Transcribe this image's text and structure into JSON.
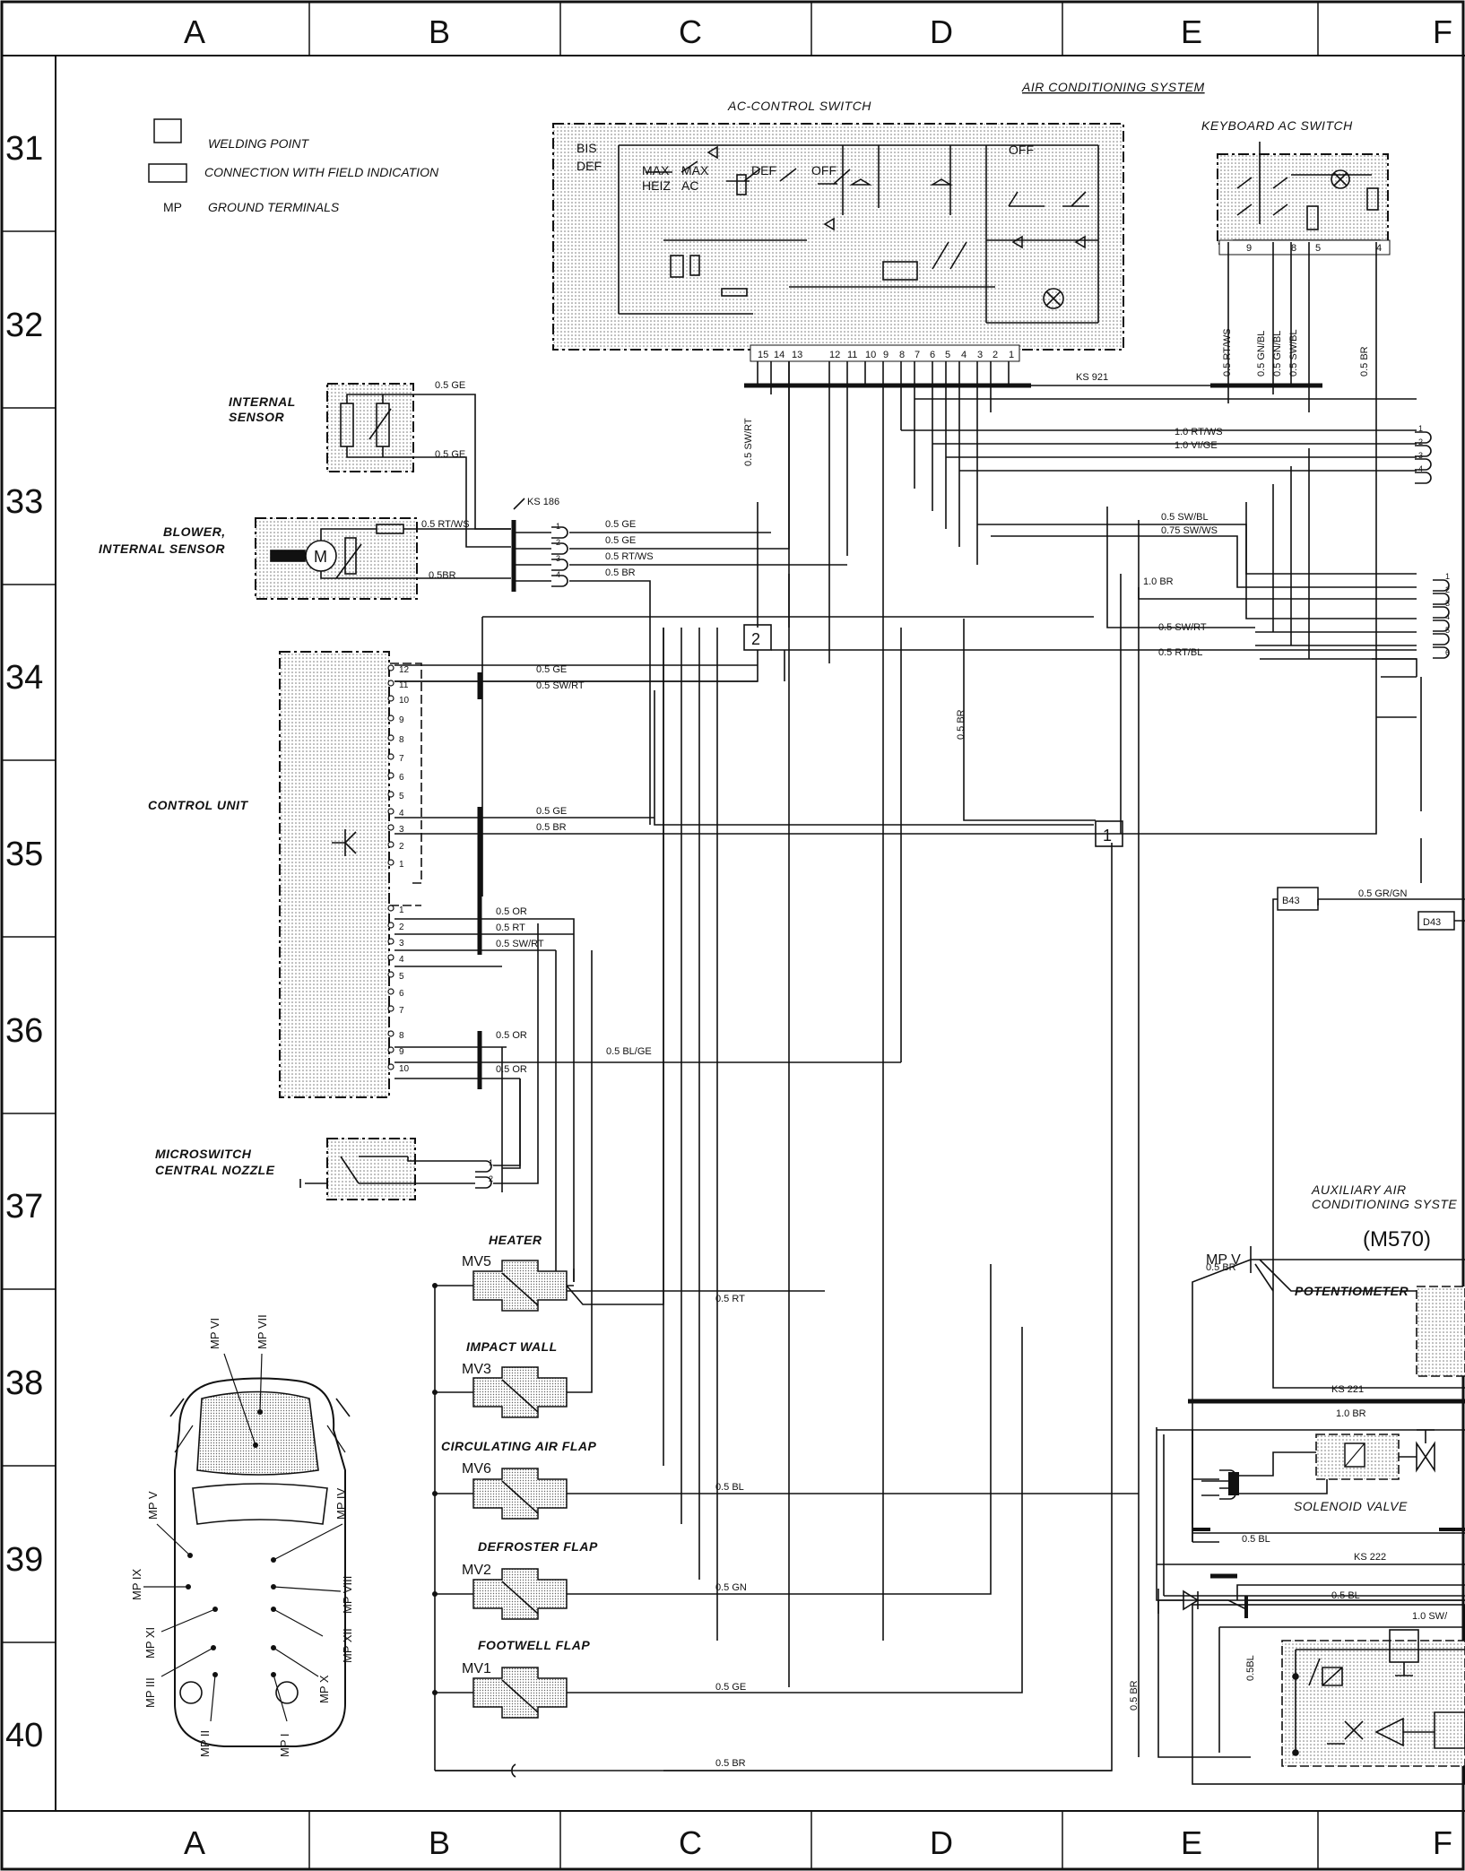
{
  "columns": [
    "A",
    "B",
    "C",
    "D",
    "E",
    "F"
  ],
  "rows": [
    "31",
    "32",
    "33",
    "34",
    "35",
    "36",
    "37",
    "38",
    "39",
    "40"
  ],
  "system_title": "AIR CONDITIONING SYSTEM",
  "legend": {
    "welding": "WELDING POINT",
    "connection": "CONNECTION WITH FIELD INDICATION",
    "mp_abbr": "MP",
    "ground": "GROUND TERMINALS"
  },
  "components": {
    "ac_switch": "AC-CONTROL SWITCH",
    "keyboard": "KEYBOARD AC SWITCH",
    "internal_sensor_1": "INTERNAL",
    "internal_sensor_2": "SENSOR",
    "blower_1": "BLOWER,",
    "blower_2": "INTERNAL SENSOR",
    "control_unit": "CONTROL UNIT",
    "microswitch_1": "MICROSWITCH",
    "microswitch_2": "CENTRAL NOZZLE",
    "heater": "HEATER",
    "impact_wall": "IMPACT WALL",
    "circ_air": "CIRCULATING AIR FLAP",
    "defroster": "DEFROSTER FLAP",
    "footwell": "FOOTWELL FLAP",
    "aux_1": "AUXILIARY AIR",
    "aux_2": "CONDITIONING SYSTE",
    "aux_code": "(M570)",
    "potentiometer": "POTENTIOMETER",
    "solenoid": "SOLENOID VALVE"
  },
  "valves": [
    "MV5",
    "MV3",
    "MV6",
    "MV2",
    "MV1"
  ],
  "switch_labels": {
    "bis": "BIS",
    "def": "DEF",
    "max1": "MAX",
    "heiz": "HEIZ",
    "max2": "MAX",
    "ac": "AC",
    "def2": "DEF",
    "off": "OFF",
    "off2": "OFF"
  },
  "ac_pins": [
    "15",
    "14",
    "13",
    "12",
    "11",
    "10",
    "9",
    "8",
    "7",
    "6",
    "5",
    "4",
    "3",
    "2",
    "1"
  ],
  "keyboard_pins": [
    "9",
    "8",
    "5",
    "4"
  ],
  "splices": {
    "ks921": "KS 921",
    "ks186": "KS 186",
    "ks221": "KS 221",
    "ks222": "KS 222"
  },
  "field_boxes": [
    "2",
    "1"
  ],
  "connectors": {
    "b43": "B43",
    "d43": "D43"
  },
  "mp_v": "MP V",
  "car_labels": [
    "MP VI",
    "MP VII",
    "MP V",
    "MP IV",
    "MP IX",
    "MP VIII",
    "MP XI",
    "MP XII",
    "MP III",
    "MP X",
    "MP II",
    "MP I"
  ],
  "cu_pins_top": [
    "12",
    "11",
    "10",
    "9",
    "8",
    "7",
    "6",
    "5",
    "4",
    "3",
    "2",
    "1"
  ],
  "cu_pins_bottom": [
    "1",
    "2",
    "3",
    "4",
    "5",
    "6",
    "7",
    "8",
    "9",
    "10"
  ],
  "sensor_pins": [
    "1",
    "2",
    "3",
    "4"
  ],
  "wires": {
    "ge": "0.5  GE",
    "swrt": "0.5  SW/RT",
    "rtws": "0.5 RT/WS",
    "br": "0.5 BR",
    "br_s": "0.5BR",
    "or": "0.5  OR",
    "rt": "0.5  RT",
    "blge": "0.5  BL/GE",
    "bl": "0.5  BL",
    "gn": "0.5  GN",
    "grgn": "0.5  GR/GN",
    "rtws10": "1.0  RT/WS",
    "vige10": "1.0  VI/GE",
    "swbl": "0.5  SW/BL",
    "swws": "0.75 SW/WS",
    "br10": "1.0  BR",
    "rtbl": "0.5  RT/BL",
    "v_rtws": "0.5  RT/WS",
    "v_gnbl": "0.5  GN/BL",
    "v_swbl": "0.5  SW/BL",
    "v_br": "0.5  BR",
    "v_swrt": "0.5  SW/RT",
    "v_bl": "0.5BL",
    "swpartial": "1.0  SW/",
    "ge_s": "0.5  GE",
    "br_lbl": "0.5  BR",
    "br10b": "1.0 BR"
  },
  "conn_pins": [
    "1",
    "2",
    "3",
    "4",
    "5",
    "6"
  ]
}
